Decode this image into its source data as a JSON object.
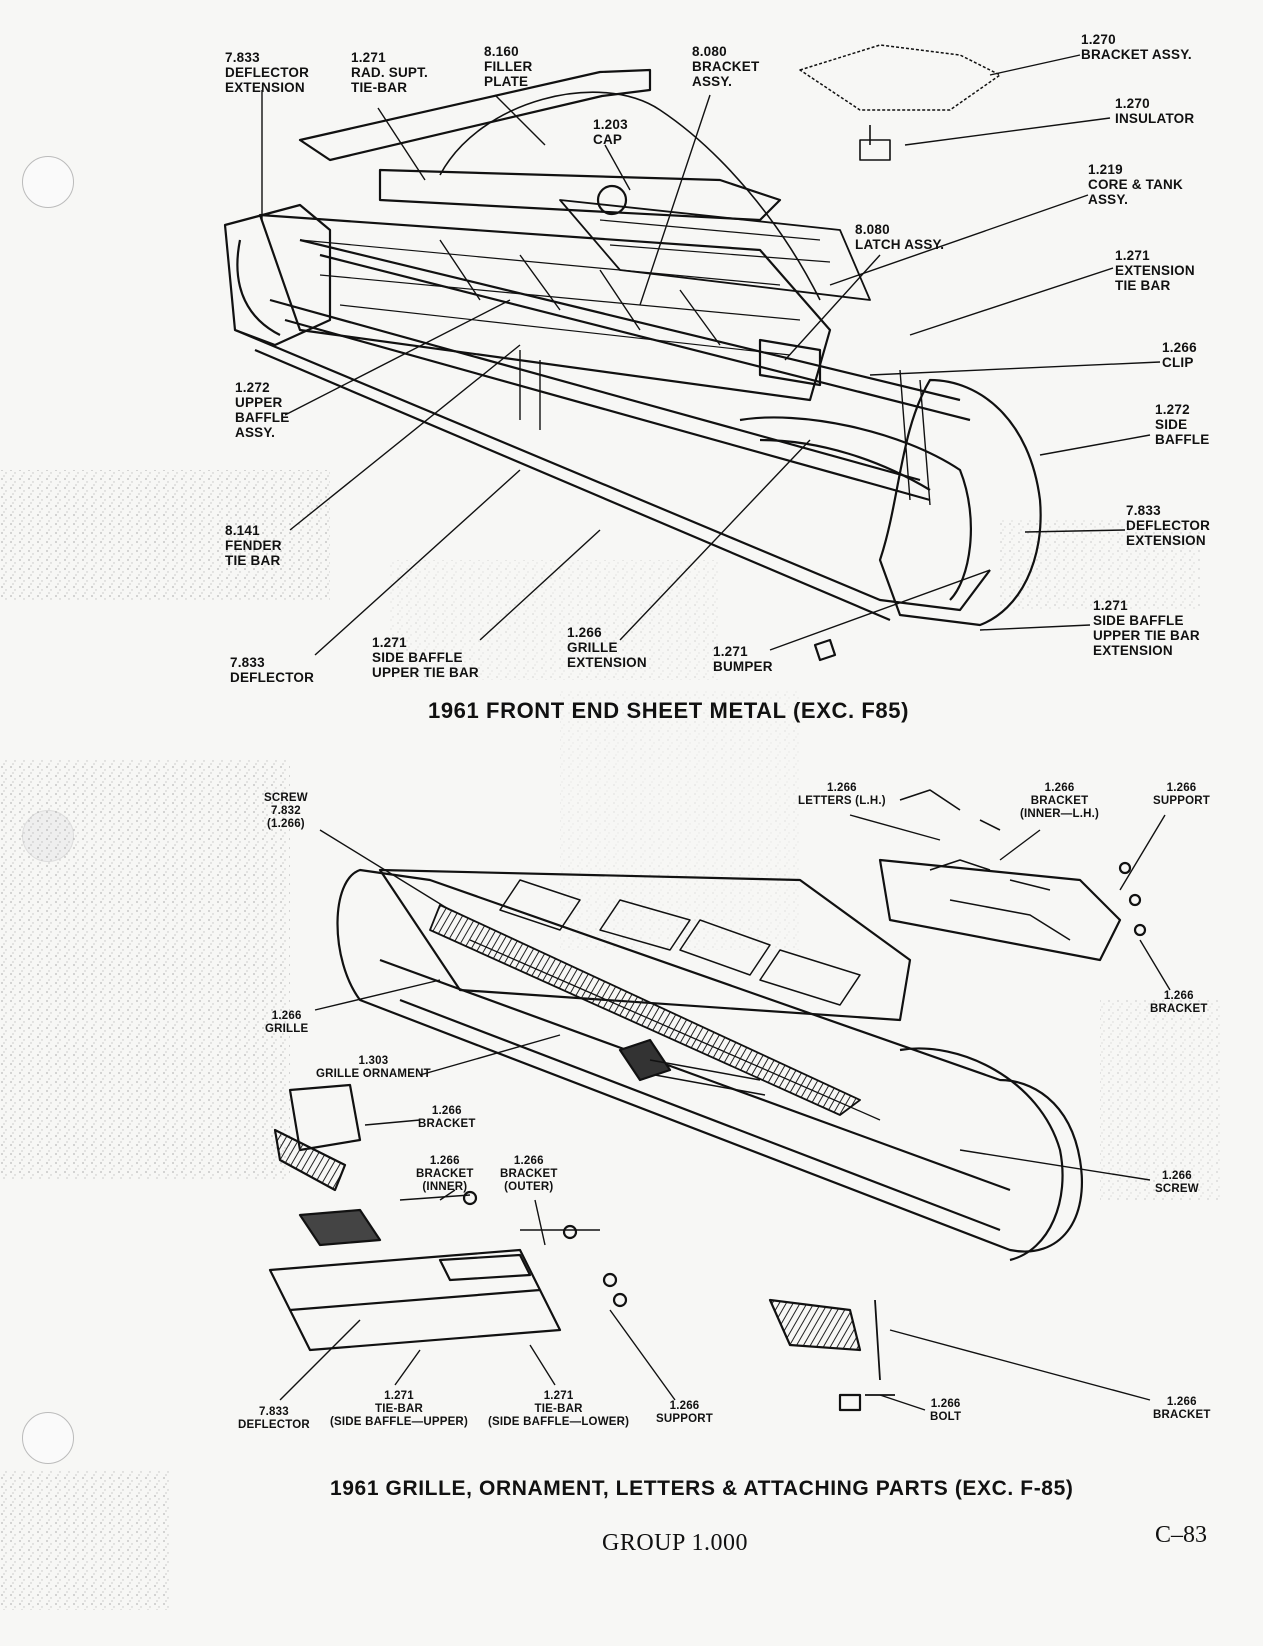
{
  "figure1": {
    "title": "1961 FRONT END SHEET METAL (EXC. F85)",
    "labels": [
      {
        "id": "deflector-extension-upper-left",
        "number": "7.833",
        "text": "DEFLECTOR\nEXTENSION"
      },
      {
        "id": "rad-supt-tie-bar",
        "number": "1.271",
        "text": "RAD. SUPT.\nTIE-BAR"
      },
      {
        "id": "filler-plate",
        "number": "8.160",
        "text": "FILLER\nPLATE"
      },
      {
        "id": "cap",
        "number": "1.203",
        "text": "CAP"
      },
      {
        "id": "bracket-assy-center",
        "number": "8.080",
        "text": "BRACKET\nASSY."
      },
      {
        "id": "bracket-assy-right",
        "number": "1.270",
        "text": "BRACKET ASSY."
      },
      {
        "id": "insulator",
        "number": "1.270",
        "text": "INSULATOR"
      },
      {
        "id": "core-tank-assy",
        "number": "1.219",
        "text": "CORE & TANK\nASSY."
      },
      {
        "id": "latch-assy",
        "number": "8.080",
        "text": "LATCH ASSY."
      },
      {
        "id": "extension-tie-bar",
        "number": "1.271",
        "text": "EXTENSION\nTIE BAR"
      },
      {
        "id": "clip",
        "number": "1.266",
        "text": "CLIP"
      },
      {
        "id": "side-baffle",
        "number": "1.272",
        "text": "SIDE\nBAFFLE"
      },
      {
        "id": "deflector-extension-right",
        "number": "7.833",
        "text": "DEFLECTOR\nEXTENSION"
      },
      {
        "id": "side-baffle-upper-tie-bar-extension",
        "number": "1.271",
        "text": "SIDE BAFFLE\nUPPER TIE BAR\nEXTENSION"
      },
      {
        "id": "upper-baffle-assy",
        "number": "1.272",
        "text": "UPPER\nBAFFLE\nASSY."
      },
      {
        "id": "fender-tie-bar",
        "number": "8.141",
        "text": "FENDER\nTIE BAR"
      },
      {
        "id": "deflector",
        "number": "7.833",
        "text": "DEFLECTOR"
      },
      {
        "id": "side-baffle-upper-tie-bar",
        "number": "1.271",
        "text": "SIDE BAFFLE\nUPPER TIE BAR"
      },
      {
        "id": "grille-extension",
        "number": "1.266",
        "text": "GRILLE\nEXTENSION"
      },
      {
        "id": "bumper",
        "number": "1.271",
        "text": "BUMPER"
      }
    ]
  },
  "figure2": {
    "title": "1961 GRILLE, ORNAMENT, LETTERS & ATTACHING PARTS (EXC. F-85)",
    "labels": [
      {
        "id": "screw-top",
        "number": "",
        "text": "SCREW\n7.832\n(1.266)"
      },
      {
        "id": "letters-lh",
        "number": "1.266",
        "text": "LETTERS (L.H.)"
      },
      {
        "id": "bracket-inner-lh",
        "number": "1.266",
        "text": "BRACKET\n(INNER—L.H.)"
      },
      {
        "id": "support-top-right",
        "number": "1.266",
        "text": "SUPPORT"
      },
      {
        "id": "bracket-right-mid",
        "number": "1.266",
        "text": "BRACKET"
      },
      {
        "id": "grille",
        "number": "1.266",
        "text": "GRILLE"
      },
      {
        "id": "grille-ornament",
        "number": "1.303",
        "text": "GRILLE ORNAMENT"
      },
      {
        "id": "bracket-left",
        "number": "1.266",
        "text": "BRACKET"
      },
      {
        "id": "bracket-inner",
        "number": "1.266",
        "text": "BRACKET\n(INNER)"
      },
      {
        "id": "bracket-outer",
        "number": "1.266",
        "text": "BRACKET\n(OUTER)"
      },
      {
        "id": "screw-right",
        "number": "1.266",
        "text": "SCREW"
      },
      {
        "id": "deflector-bottom",
        "number": "7.833",
        "text": "DEFLECTOR"
      },
      {
        "id": "tie-bar-upper",
        "number": "1.271",
        "text": "TIE-BAR\n(SIDE BAFFLE—UPPER)"
      },
      {
        "id": "tie-bar-lower",
        "number": "1.271",
        "text": "TIE-BAR\n(SIDE BAFFLE—LOWER)"
      },
      {
        "id": "support-bottom",
        "number": "1.266",
        "text": "SUPPORT"
      },
      {
        "id": "bolt",
        "number": "1.266",
        "text": "BOLT"
      },
      {
        "id": "bracket-bottom-right",
        "number": "1.266",
        "text": "BRACKET"
      }
    ]
  },
  "footer": {
    "group": "GROUP 1.000",
    "page": "C–83"
  },
  "colors": {
    "ink": "#111111",
    "paper": "#f7f7f5",
    "speckle": "#9a9a9a"
  }
}
